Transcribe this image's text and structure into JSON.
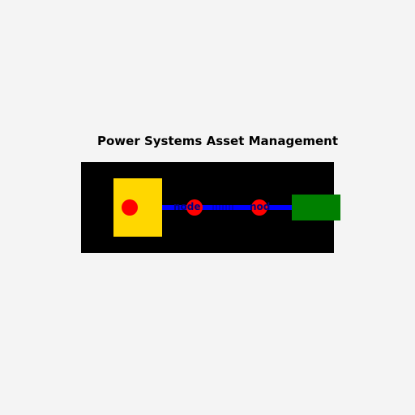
{
  "title": "Power Systems Asset Management",
  "colors": {
    "background": "#f4f4f4",
    "panel": "#000000",
    "asset": "#ffd700",
    "indicator": "#ff0000",
    "line": "#0000ff",
    "terminal": "#008000"
  },
  "nodes": [
    {
      "label": "node"
    },
    {
      "label": "nod"
    }
  ]
}
